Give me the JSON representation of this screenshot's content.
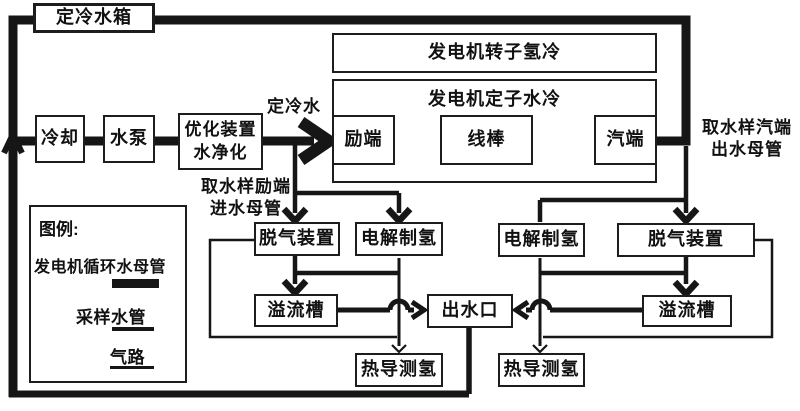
{
  "nodes": {
    "tank": "定冷水箱",
    "cooling": "冷却",
    "pump": "水泵",
    "purifier_line1": "优化装置",
    "purifier_line2": "水净化",
    "rotor": "发电机转子氢冷",
    "stator": "发电机定子水冷",
    "excitation_end": "励端",
    "wire_bar": "线棒",
    "steam_end": "汽端",
    "degasser_left": "脱气装置",
    "electrolyzer_left": "电解制氢",
    "electrolyzer_right": "电解制氢",
    "degasser_right": "脱气装置",
    "overflow_left": "溢流槽",
    "overflow_right": "溢流槽",
    "outlet": "出水口",
    "hydrogen_meter_left": "热导测氢",
    "hydrogen_meter_right": "热导测氢"
  },
  "labels": {
    "cold_water": "定冷水",
    "sample_inlet_line1": "取水样励端",
    "sample_inlet_line2": "进水母管",
    "sample_outlet_line1": "取水样汽端",
    "sample_outlet_line2": "出水母管"
  },
  "legend": {
    "title": "图例:",
    "items": [
      {
        "label": "发电机循环水母管",
        "type": "thick-line"
      },
      {
        "label": "采样水管",
        "type": "medium-line"
      },
      {
        "label": "气路",
        "type": "thin-line"
      }
    ]
  },
  "colors": {
    "line": "#161616",
    "background": "#ffffff"
  }
}
